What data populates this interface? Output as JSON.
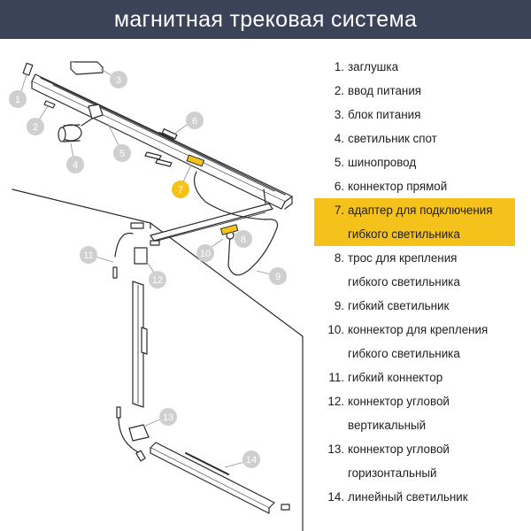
{
  "title": "магнитная трековая система",
  "colors": {
    "header_bg": "#3a4358",
    "highlight": "#f5c21b",
    "badge_grey": "#cfcfcf",
    "line": "#2b2b2b"
  },
  "legend": [
    {
      "num": "1.",
      "line1": "заглушка",
      "line2": ""
    },
    {
      "num": "2.",
      "line1": "ввод питания",
      "line2": ""
    },
    {
      "num": "3.",
      "line1": "блок питания",
      "line2": ""
    },
    {
      "num": "4.",
      "line1": "светильник спот",
      "line2": ""
    },
    {
      "num": "5.",
      "line1": "шинопровод",
      "line2": ""
    },
    {
      "num": "6.",
      "line1": "коннектор прямой",
      "line2": ""
    },
    {
      "num": "7.",
      "line1": "адаптер для подключения",
      "line2": "гибкого светильника"
    },
    {
      "num": "8.",
      "line1": "трос для крепления",
      "line2": "гибкого светильника"
    },
    {
      "num": "9.",
      "line1": "гибкий светильник",
      "line2": ""
    },
    {
      "num": "10.",
      "line1": "коннектор для крепления",
      "line2": "гибкого светильника"
    },
    {
      "num": "11.",
      "line1": "гибкий коннектор",
      "line2": ""
    },
    {
      "num": "12.",
      "line1": "коннектор угловой",
      "line2": "вертикальный"
    },
    {
      "num": "13.",
      "line1": "коннектор угловой",
      "line2": "горизонтальный"
    },
    {
      "num": "14.",
      "line1": "линейный светильник",
      "line2": ""
    }
  ],
  "badges": {
    "b1": "1",
    "b2": "2",
    "b3": "3",
    "b4": "4",
    "b5": "5",
    "b6": "6",
    "b7": "7",
    "b8": "8",
    "b9": "9",
    "b10": "10",
    "b11": "11",
    "b12": "12",
    "b13": "13",
    "b14": "14"
  }
}
